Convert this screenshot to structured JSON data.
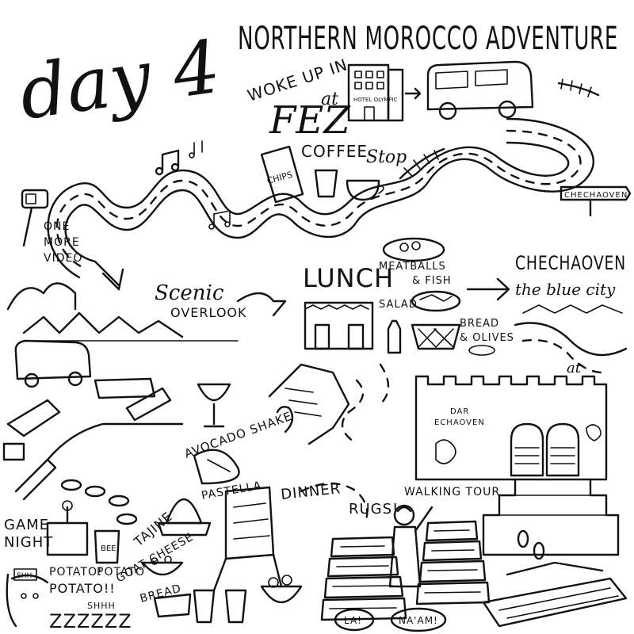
{
  "header": {
    "day_label": "day 4",
    "title": "NORTHERN MOROCCO ADVENTURE"
  },
  "woke": {
    "line1": "WOKE UP IN",
    "city": "FEZ",
    "at": "at",
    "hotel": "HOTEL OLYMPIC"
  },
  "stops": {
    "coffee": "COFFEE",
    "coffee_script": "Stop",
    "chips": "CHIPS",
    "one_more_video": [
      "ONE",
      "MORE",
      "VIDEO"
    ],
    "scenic": "Scenic",
    "overlook": "OVERLOOK",
    "lunch": "LUNCH",
    "meatballs": "MEATBALLS",
    "fish": "& FISH",
    "salad": "SALAD",
    "bread": "BREAD",
    "olives": "& OLIVES",
    "sign": "CHECHAOVEN",
    "chechaouen_title": "CHECHAOVEN",
    "blue_city": "the blue city",
    "at2": "at",
    "dar_line1": "DAR",
    "dar_line2": "ECHAOVEN"
  },
  "evening": {
    "avocado": "AVOCADO SHAKE",
    "pastella": "PASTELLA",
    "dinner": "DINNER",
    "rugs": "RUGS!",
    "walking_tour": "WALKING TOUR",
    "tajine": "TAJINE",
    "goat_cheese": "GOAT CHEESE",
    "bread": "BREAD",
    "game_night": [
      "GAME",
      "NIGHT"
    ],
    "potato": [
      "POTATO!",
      "POTATO",
      "POTATO!!"
    ],
    "shhh": "SHHH",
    "zzz": "ZZZZZZ",
    "shh_sign": "SHH",
    "bee": "BEE",
    "la": "LA!",
    "naam": "NA'AM!"
  }
}
